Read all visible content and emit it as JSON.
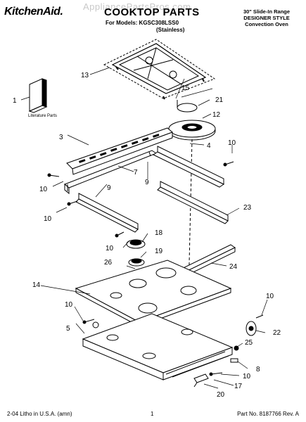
{
  "header": {
    "watermark": "AppliancePartsPros.com",
    "brand": "KitchenAid.",
    "title": "COOKTOP PARTS",
    "models": "For Models: KGSC308LSS0",
    "finish": "(Stainless)",
    "range_line1": "30\" Slide-In Range",
    "range_line2": "DESIGNER STYLE",
    "range_line3": "Convection Oven"
  },
  "literature_label": "Literature Parts",
  "callouts": {
    "c1": "1",
    "c3": "3",
    "c4": "4",
    "c5": "5",
    "c7": "7",
    "c8": "8",
    "c9a": "9",
    "c9b": "9",
    "c10a": "10",
    "c10b": "10",
    "c10c": "10",
    "c10d": "10",
    "c10e": "10",
    "c10f": "10",
    "c10g": "10",
    "c12": "12",
    "c13": "13",
    "c14": "14",
    "c15": "15",
    "c17": "17",
    "c18": "18",
    "c19": "19",
    "c20": "20",
    "c21": "21",
    "c22": "22",
    "c23": "23",
    "c24": "24",
    "c25": "25",
    "c26": "26"
  },
  "footer": {
    "left": "2-04 Litho in U.S.A. (amn)",
    "page": "1",
    "part": "Part No. 8187766 Rev. A"
  }
}
